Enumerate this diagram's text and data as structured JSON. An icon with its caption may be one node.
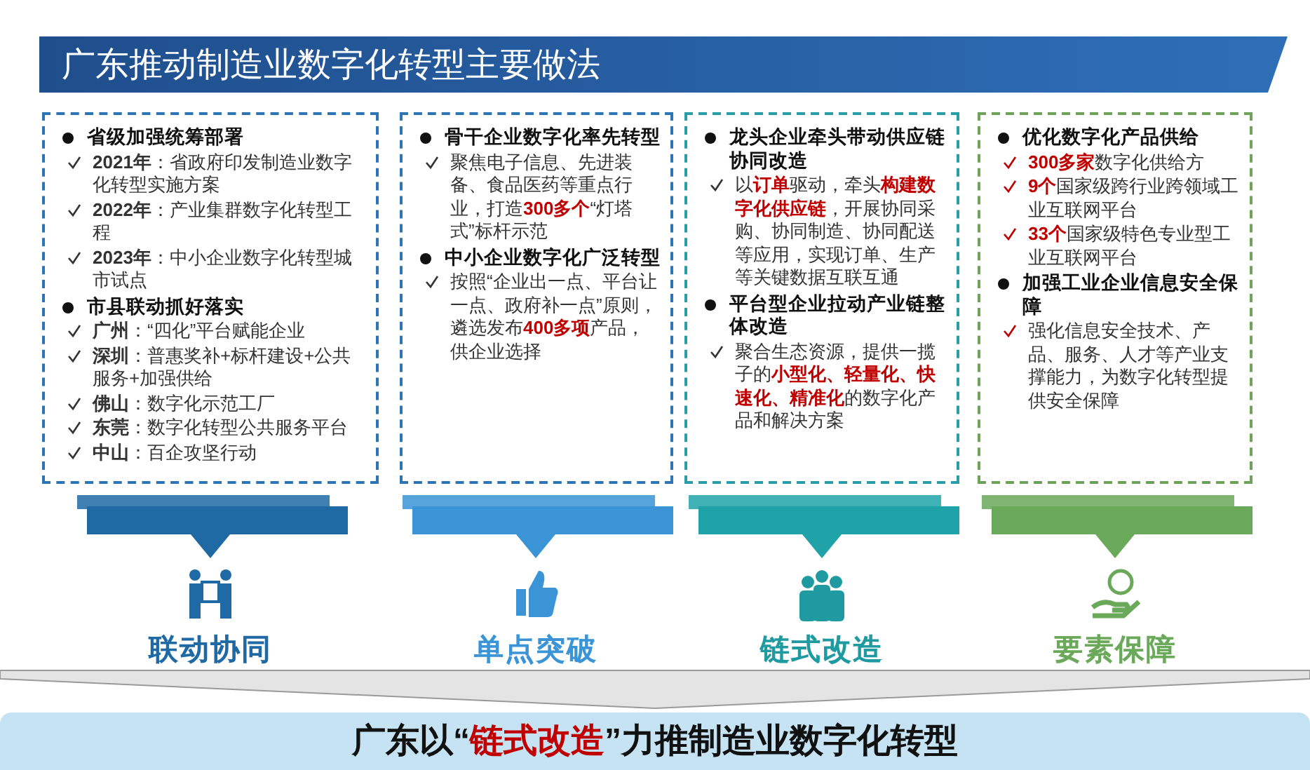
{
  "diagram": {
    "title": "广东推动制造业数字化转型主要做法",
    "nodes": [
      {
        "text": [
          "省级加强统筹部署",
          "**2021年**：省政府印发制造业数字化转型实施方案",
          "**2022年**：产业集群数字化转型工程",
          "**2023年**：中小企业数字化转型城市试点",
          "市县联动抓好落实",
          "**广州**：“四化”平台赋能企业",
          "**深圳**：普惠奖补+标杆建设+公共服务+加强供给",
          "**佛山**：数字化示范工厂",
          "**东莞**：数字化转型公共服务平台",
          "**中山**：百企攻坚行动"
        ]
      },
      {
        "text": [
          "骨干企业数字化率先转型",
          "聚焦电子信息、先进装备、食品医药等重点行业，打造**300多个**“灯塔式”标杆示范",
          "中小企业数字化广泛转型",
          "按照“企业出一点、平台让一点、政府补一点”原则，遴选发布**400多项**产品，供企业选择"
        ]
      },
      {
        "text": [
          "龙头企业牵头带动供应链协同改造",
          "以**订单**驱动，牵头**构建数字化供应链**，开展协同采购、协同制造、协同配送等应用，实现订单、生产等关键数据互联互通",
          "平台型企业拉动产业链整体改造",
          "聚合生态资源，提供一揽子的**小型化、轻量化、快速化、精准化**的数字化产品和解决方案"
        ]
      },
      {
        "text": [
          "优化数字化产品供给",
          "**300多家**数字化供给方",
          "**9个**国家级跨行业跨领域工业互联网平台",
          "**33个**国家级特色专业型工业互联网平台",
          "加强工业企业信息安全保障",
          "强化信息安全技术、产品、服务、人才等产业支撑能力，为数字化转型提供安全保障"
        ]
      },
      {
        "text": [
          "广东以“**链式改造**”力推制造业数字化转型"
        ]
      }
    ],
    "labels": [
      "联动协同",
      "单点突破",
      "链式改造",
      "要素保障"
    ]
  }
}
